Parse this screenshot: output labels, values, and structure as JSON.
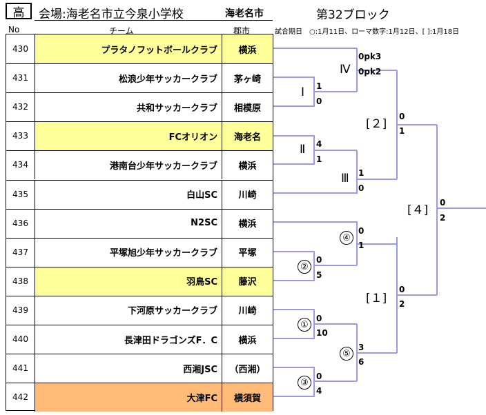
{
  "header": {
    "badge": "高",
    "venue": "会場:海老名市立今泉小学校",
    "city": "海老名市",
    "block": "第32ブロック",
    "col_no": "No",
    "col_team": "チーム",
    "col_city": "郡市",
    "note": "試合期日　○:1月11日、ローマ数字:1月12日、[ ]:1月18日"
  },
  "colors": {
    "highlight_yellow": "#ffff99",
    "highlight_orange": "#ffbb77",
    "bracket": "#9999ee"
  },
  "teams": [
    {
      "no": "430",
      "name": "プラタノフットボールクラブ",
      "city": "横浜"
    },
    {
      "no": "431",
      "name": "松浪少年サッカークラブ",
      "city": "茅ヶ崎"
    },
    {
      "no": "432",
      "name": "共和サッカークラブ",
      "city": "相模原"
    },
    {
      "no": "433",
      "name": "FCオリオン",
      "city": "海老名"
    },
    {
      "no": "434",
      "name": "港南台少年サッカークラブ",
      "city": "横浜"
    },
    {
      "no": "435",
      "name": "白山SC",
      "city": "川崎"
    },
    {
      "no": "436",
      "name": "N2SC",
      "city": "横浜"
    },
    {
      "no": "437",
      "name": "平塚旭少年サッカークラブ",
      "city": "平塚"
    },
    {
      "no": "438",
      "name": "羽鳥SC",
      "city": "藤沢"
    },
    {
      "no": "439",
      "name": "下河原サッカークラブ",
      "city": "川崎"
    },
    {
      "no": "440",
      "name": "長津田ドラゴンズF．C",
      "city": "横浜"
    },
    {
      "no": "441",
      "name": "西湘JSC",
      "city": "（西湘）"
    },
    {
      "no": "442",
      "name": "大津FC",
      "city": "横須賀"
    }
  ],
  "matches": {
    "I": {
      "label": "Ⅰ",
      "top": "1",
      "bottom": "0"
    },
    "II": {
      "label": "Ⅱ",
      "top": "4",
      "bottom": "1"
    },
    "III": {
      "label": "Ⅲ",
      "top": "1",
      "bottom": "0"
    },
    "IV": {
      "label": "Ⅳ",
      "top": "0pk3",
      "bottom": "0pk2"
    },
    "c1": {
      "label": "①",
      "top": "0",
      "bottom": "10"
    },
    "c2": {
      "label": "②",
      "top": "0",
      "bottom": "5"
    },
    "c3": {
      "label": "③",
      "top": "0",
      "bottom": "4"
    },
    "c4": {
      "label": "④",
      "top": "0",
      "bottom": "1"
    },
    "c5": {
      "label": "⑤",
      "top": "3",
      "bottom": "6"
    },
    "b1": {
      "label": "[１]",
      "top": "0",
      "bottom": "2"
    },
    "b2": {
      "label": "[２]",
      "top": "0",
      "bottom": "1"
    },
    "b4": {
      "label": "[４]",
      "top": "0",
      "bottom": "2"
    }
  }
}
